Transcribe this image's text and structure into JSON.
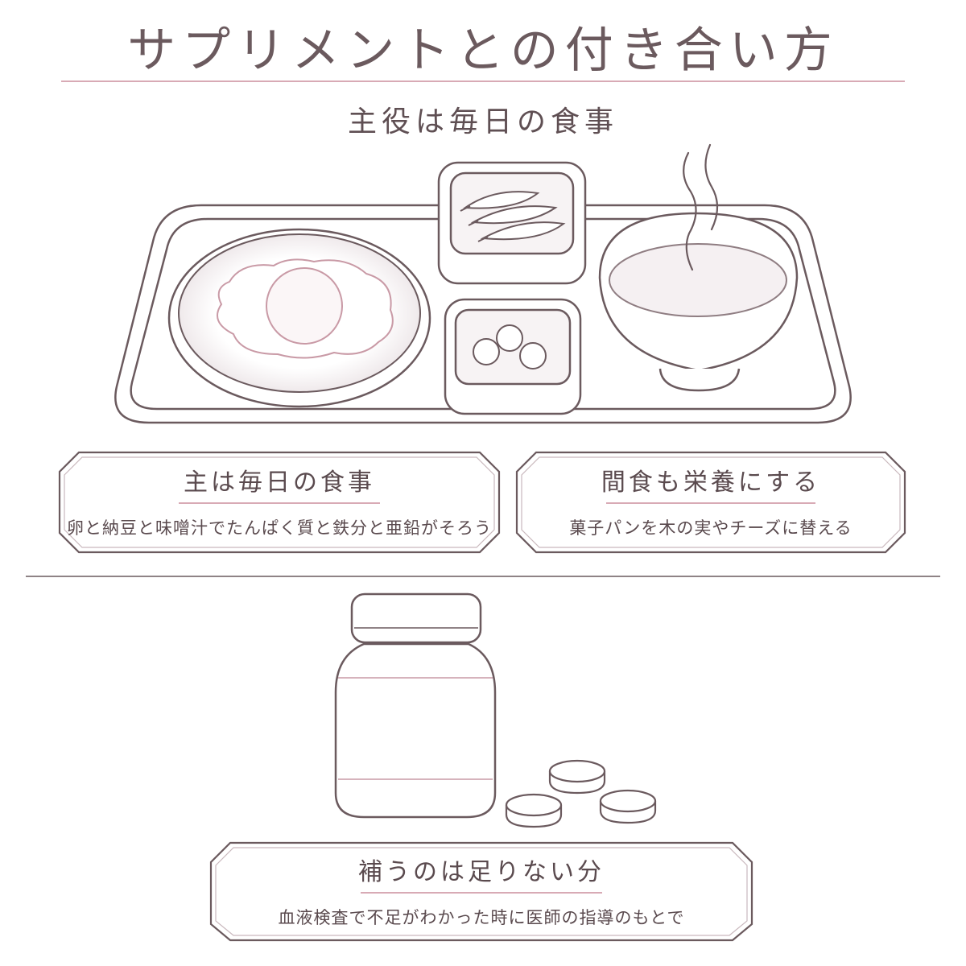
{
  "title": "サプリメントとの付き合い方",
  "subtitle": "主役は毎日の食事",
  "cards": [
    {
      "heading": "主は毎日の食事",
      "body": "卵と納豆と味噌汁でたんぱく質と鉄分と亜鉛がそろう"
    },
    {
      "heading": "間食も栄養にする",
      "body": "菓子パンを木の実やチーズに替える"
    },
    {
      "heading": "補うのは足りない分",
      "body": "血液検査で不足がわかった時に医師の指導のもとで"
    }
  ],
  "colors": {
    "line": "#6b5a5e",
    "accent": "#d8aab5",
    "shade": "#f3eef0"
  },
  "icons": [
    "meal-tray-icon",
    "fried-egg-icon",
    "fish-icon",
    "natto-icon",
    "miso-soup-icon",
    "steam-icon",
    "supplement-bottle-icon",
    "tablet-icon"
  ]
}
